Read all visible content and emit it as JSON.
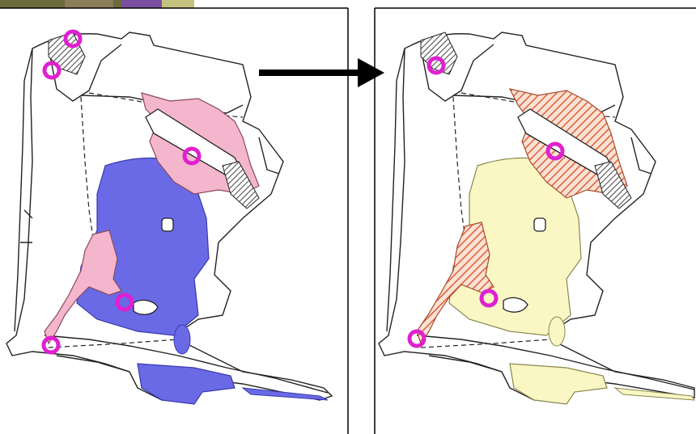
{
  "colors": {
    "background": "#ffffff",
    "outline": "#222222",
    "marker": "#e020d0",
    "before_pink": "#f4b6cc",
    "before_blue": "#6a6ae6",
    "after_yellow": "#fbf7c4",
    "after_hatch": "#d9603a",
    "dark_hatch": "#555555",
    "arrow": "#000000"
  },
  "panels": [
    {
      "id": "before",
      "description_icon": "site-map-before"
    },
    {
      "id": "after",
      "description_icon": "site-map-after"
    }
  ],
  "photo_thumbnail": {
    "icon": "photo-thumbnail"
  },
  "arrow": {
    "icon": "right-arrow",
    "direction": "right"
  },
  "markers": {
    "count_per_panel_before": 5,
    "count_per_panel_after": 4
  }
}
